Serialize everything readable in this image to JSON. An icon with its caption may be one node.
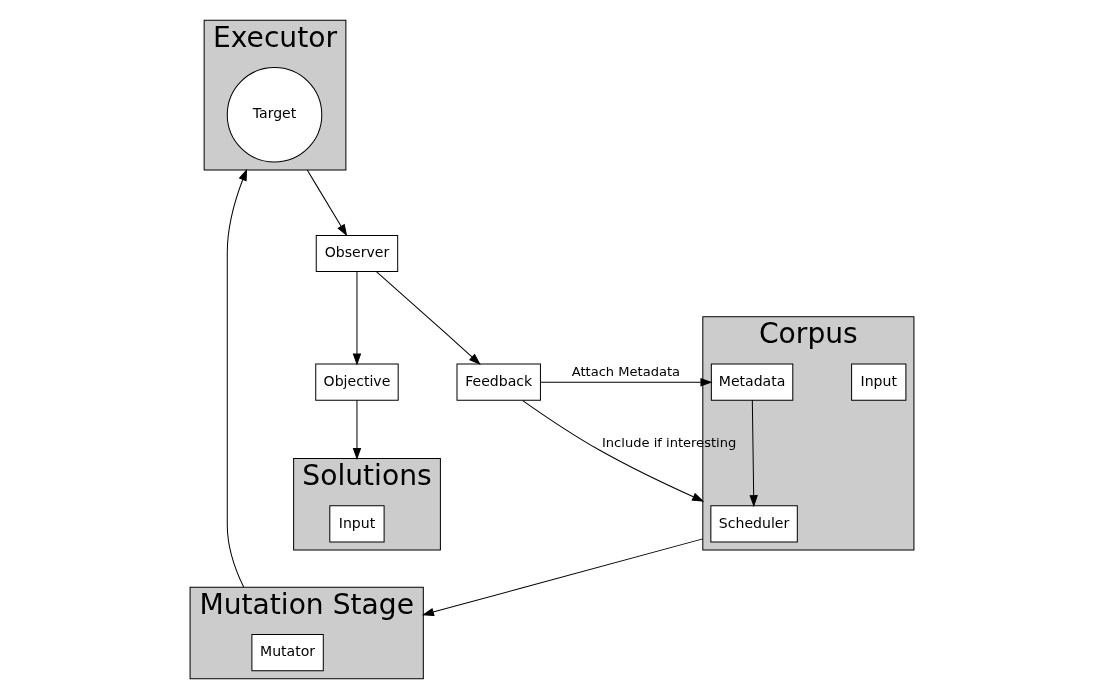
{
  "diagram": {
    "nodes": [
      {
        "text": [
          "Corpus"
        ]
      },
      {
        "text": [
          "Scheduler"
        ],
        "in": 0
      },
      {
        "text": [
          "Input"
        ],
        "in": 0
      },
      {
        "text": [
          "Metadata"
        ],
        "in": 0
      },
      {
        "text": [
          "Mutation Stage"
        ]
      },
      {
        "text": [
          "Mutator"
        ],
        "in": 4
      },
      {
        "text": [
          "Solutions"
        ]
      },
      {
        "text": [
          "Input"
        ],
        "in": 6
      },
      {
        "text": [
          "Executor"
        ]
      },
      {
        "text": [
          "Target"
        ],
        "in": 8
      },
      {
        "text": [
          "Objective"
        ]
      },
      {
        "text": [
          "Feedback"
        ]
      },
      {
        "text": [
          "Observer"
        ]
      }
    ],
    "edges": [
      {
        "from": 0,
        "to": 4,
        "arrow": "to"
      },
      {
        "from": 3,
        "to": 1,
        "arrow": "to"
      },
      {
        "from": 4,
        "to": 8,
        "arrow": "to"
      },
      {
        "from": 8,
        "to": 12,
        "arrow": "to"
      },
      {
        "from": 12,
        "to": 10,
        "arrow": "to"
      },
      {
        "from": 10,
        "to": 6,
        "arrow": "to"
      },
      {
        "from": 12,
        "to": 11,
        "arrow": "to"
      },
      {
        "from": 11,
        "to": 3,
        "arrow": "to",
        "label": "Attach Metadata"
      },
      {
        "from": 11,
        "to": 0,
        "arrow": "to",
        "label": "Include if interesting"
      }
    ]
  }
}
